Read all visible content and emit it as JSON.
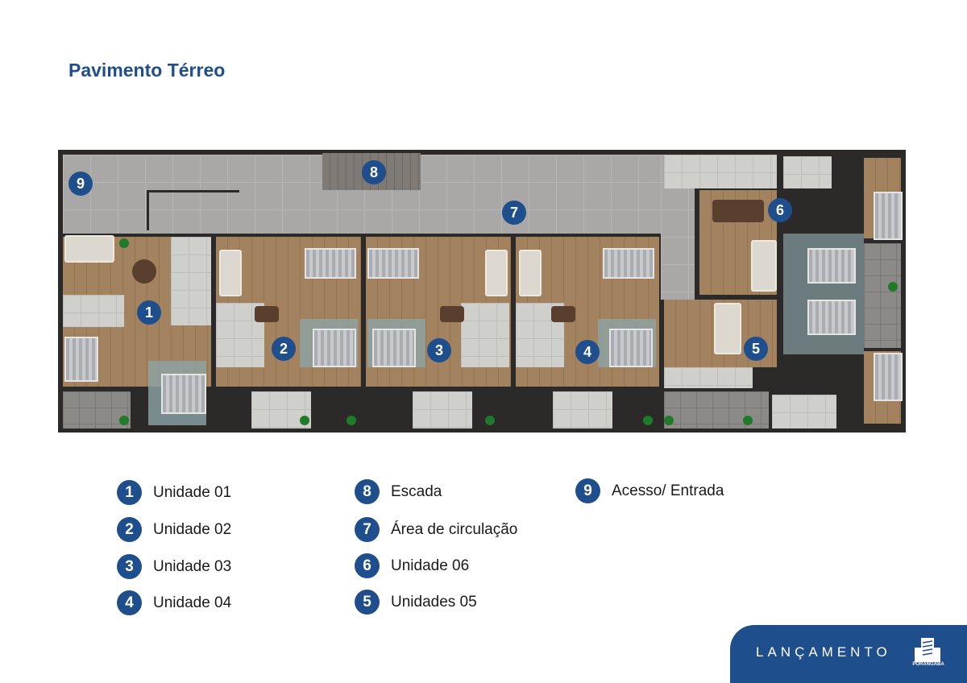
{
  "title": "Pavimento Térreo",
  "plan_markers": [
    "9",
    "8",
    "7",
    "6",
    "1",
    "2",
    "3",
    "4",
    "5"
  ],
  "legend": [
    {
      "num": "1",
      "label": "Unidade 01"
    },
    {
      "num": "2",
      "label": "Unidade 02"
    },
    {
      "num": "3",
      "label": "Unidade 03"
    },
    {
      "num": "4",
      "label": "Unidade 04"
    },
    {
      "num": "8",
      "label": "Escada"
    },
    {
      "num": "7",
      "label": "Área de circulação"
    },
    {
      "num": "6",
      "label": "Unidade 06"
    },
    {
      "num": "5",
      "label": "Unidades 05"
    },
    {
      "num": "9",
      "label": "Acesso/ Entrada"
    }
  ],
  "footer": {
    "label": "LANÇAMENTO",
    "brand": "PORANGABA"
  },
  "colors": {
    "accent": "#1f4e8c"
  }
}
